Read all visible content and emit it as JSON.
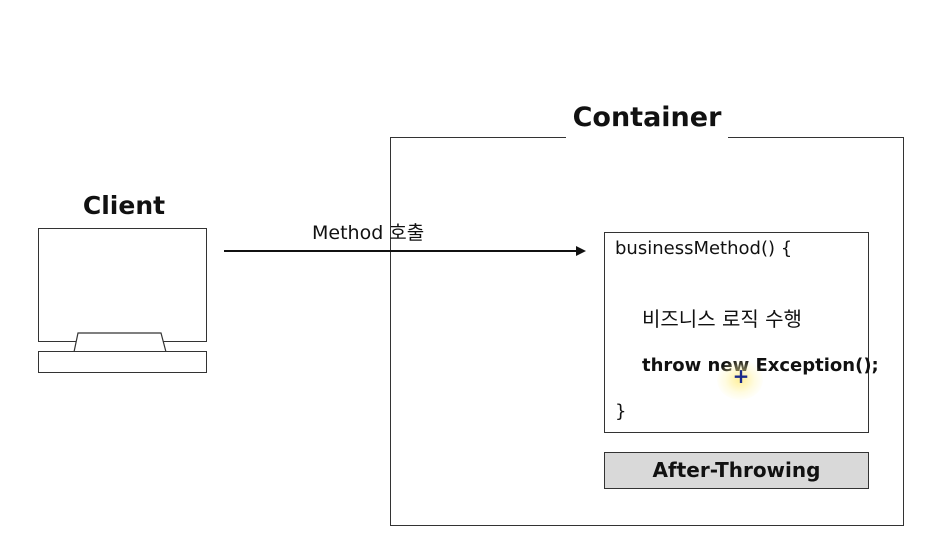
{
  "container": {
    "title": "Container"
  },
  "client": {
    "title": "Client"
  },
  "arrow": {
    "label": "Method 호출"
  },
  "code": {
    "line1": "businessMethod() {",
    "line2": "비즈니스 로직 수행",
    "line3": "throw new Exception();",
    "line4": "}"
  },
  "after_throwing": {
    "label": "After-Throwing"
  },
  "cursor": {
    "icon": "crosshair-cursor-icon",
    "glyph": "+"
  },
  "colors": {
    "stroke": "#333333",
    "after_throwing_fill": "#d9d9d9",
    "cursor_color": "#1b2a8a",
    "cursor_highlight": "#ffeb78"
  }
}
